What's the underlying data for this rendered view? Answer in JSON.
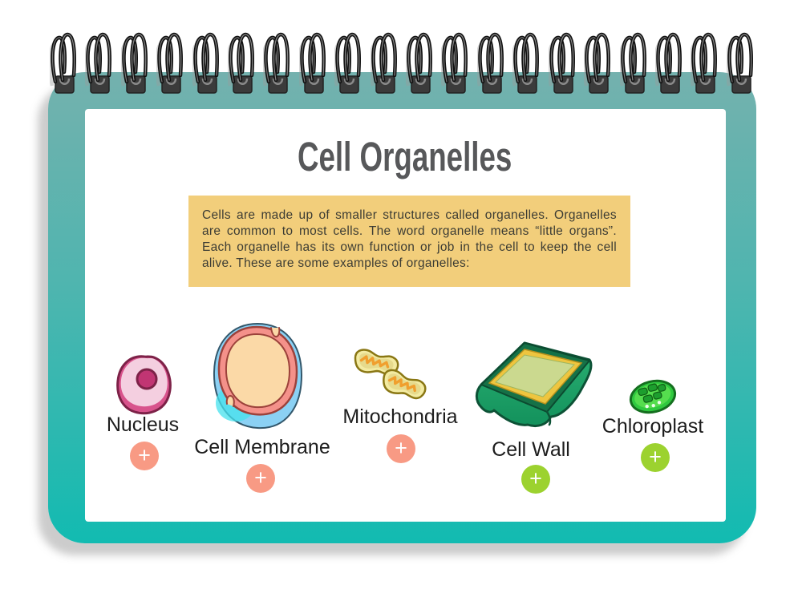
{
  "page": {
    "title": "Cell Organelles",
    "intro": "Cells are made up of smaller structures called organelles. Organelles are common to most cells. The word organelle means “little organs”. Each organelle has its own function or job in the cell to keep the cell alive. These are some examples of organelles:"
  },
  "organelles": [
    {
      "label": "Nucleus",
      "button": "+",
      "button_color": "#F89A84"
    },
    {
      "label": "Cell Membrane",
      "button": "+",
      "button_color": "#F89A84"
    },
    {
      "label": "Mitochondria",
      "button": "+",
      "button_color": "#F89A84"
    },
    {
      "label": "Cell Wall",
      "button": "+",
      "button_color": "#9CD22F"
    },
    {
      "label": "Chloroplast",
      "button": "+",
      "button_color": "#9CD22F"
    }
  ],
  "colors": {
    "cover_top": "#74B1AE",
    "cover_bottom": "#12BBB1",
    "page_bg": "#FFFFFF",
    "intro_bg": "#F2CE7B",
    "title_text": "#57585A",
    "label_text": "#1D1D1D",
    "accent_salmon": "#F89A84",
    "accent_green": "#9CD22F",
    "spiral_wire": "#111111"
  }
}
